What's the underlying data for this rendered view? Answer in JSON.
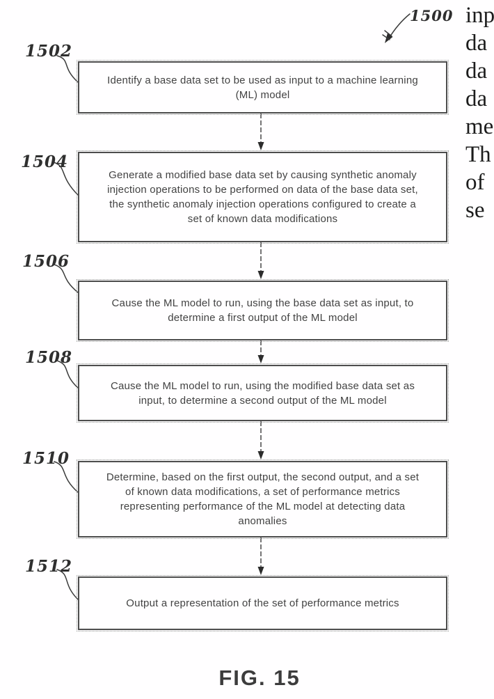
{
  "figure_ref": "1500",
  "caption": "FIG. 15",
  "steps": [
    {
      "ref": "1502",
      "text": "Identify a base data set to be used as input to a machine learning (ML) model"
    },
    {
      "ref": "1504",
      "text": "Generate a modified base data set by causing synthetic anomaly injection operations to be performed on data of the base data set, the synthetic anomaly injection operations configured to create a set of known data modifications"
    },
    {
      "ref": "1506",
      "text": "Cause the ML model to run, using the base data set as input, to determine a first output of the ML model"
    },
    {
      "ref": "1508",
      "text": "Cause the ML model to run, using the modified base data set as input, to determine a second output of the ML model"
    },
    {
      "ref": "1510",
      "text": "Determine, based on the first output, the second output, and a set of known data modifications, a set of performance metrics representing performance of the ML model at detecting data anomalies"
    },
    {
      "ref": "1512",
      "text": "Output a representation of the set of performance metrics"
    }
  ],
  "margin_text": {
    "lines": [
      "inp",
      "da",
      "da",
      "da",
      "me",
      "Th",
      "of",
      "se"
    ]
  },
  "colors": {
    "box_border": "#4d4d4d",
    "ink": "#424242",
    "line": "#3a3a3a"
  }
}
